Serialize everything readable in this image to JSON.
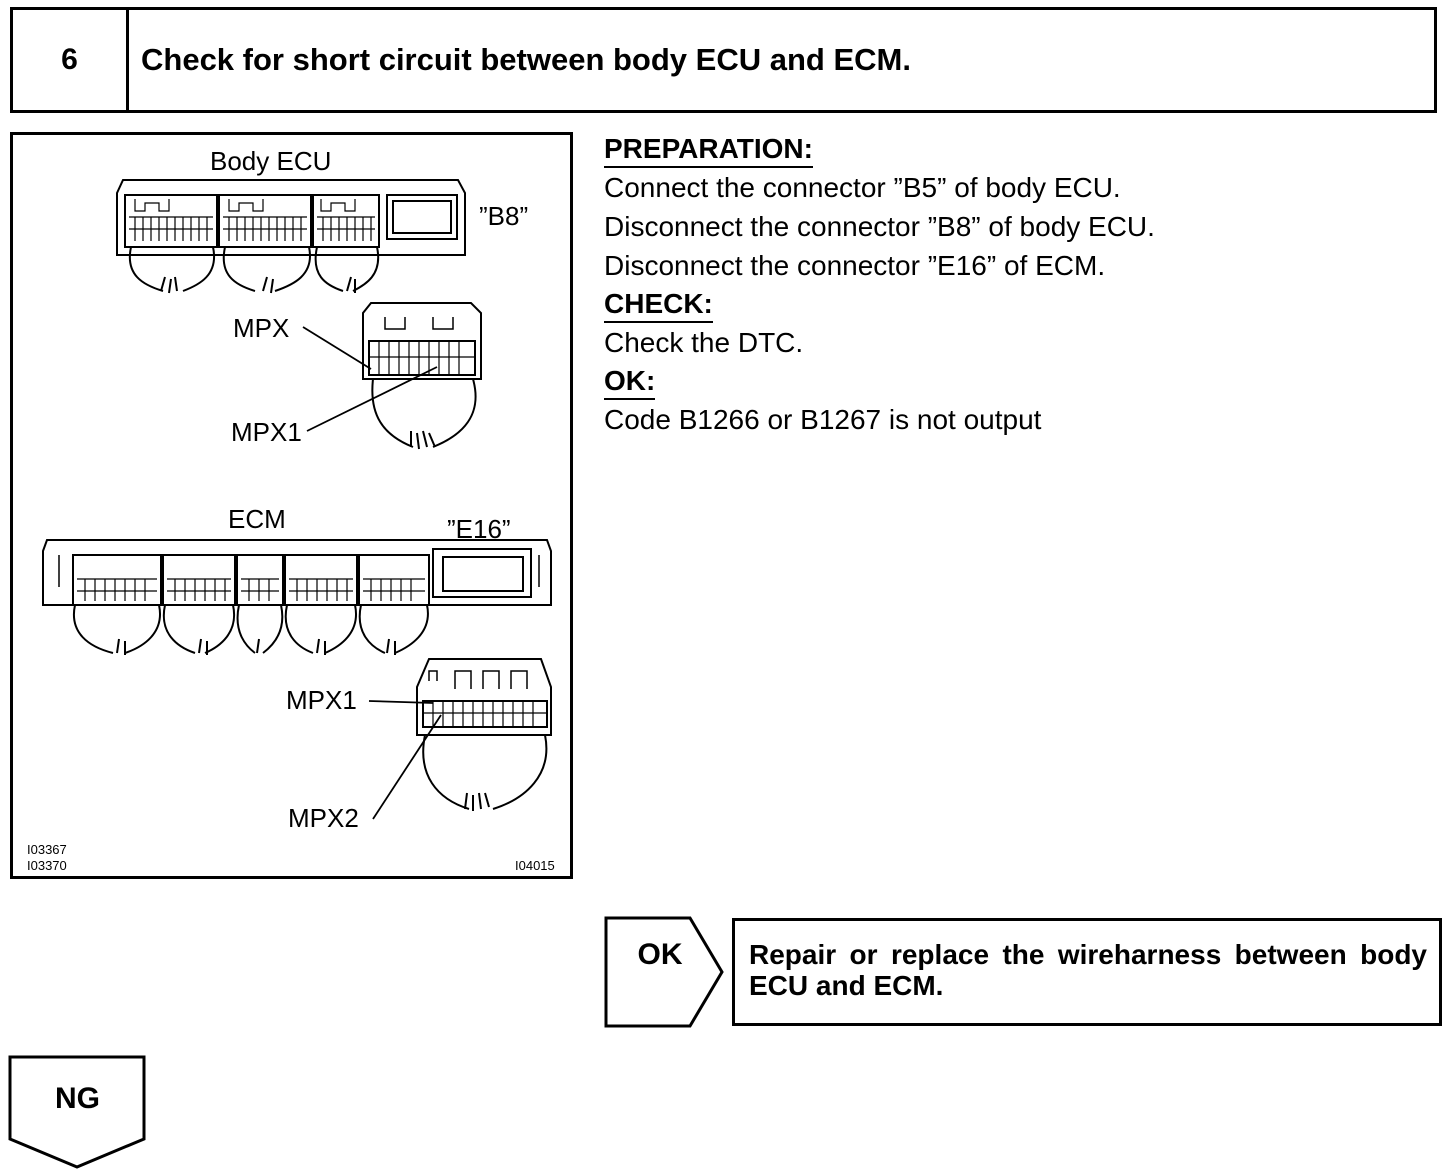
{
  "step": {
    "number": "6",
    "title": "Check for short circuit between body ECU and ECM."
  },
  "figure": {
    "body_ecu_label": "Body ECU",
    "b8_label": "”B8”",
    "mpx_label": "MPX",
    "mpx1_upper_label": "MPX1",
    "ecm_label": "ECM",
    "e16_label": "”E16”",
    "mpx1_lower_label": "MPX1",
    "mpx2_label": "MPX2",
    "code_1": "I03367",
    "code_2": "I03370",
    "code_3": "I04015"
  },
  "procedure": {
    "preparation_heading": "PREPARATION:",
    "preparation_lines": [
      "Connect the connector ”B5” of body ECU.",
      "Disconnect the connector ”B8” of body ECU.",
      "Disconnect the connector ”E16” of ECM."
    ],
    "check_heading": "CHECK:",
    "check_line": "Check the DTC.",
    "ok_heading": "OK:",
    "ok_line": "Code B1266 or B1267 is not output"
  },
  "result": {
    "ok_label": "OK",
    "ok_action": "Repair or replace the wireharness between body ECU and ECM.",
    "ng_label": "NG"
  }
}
